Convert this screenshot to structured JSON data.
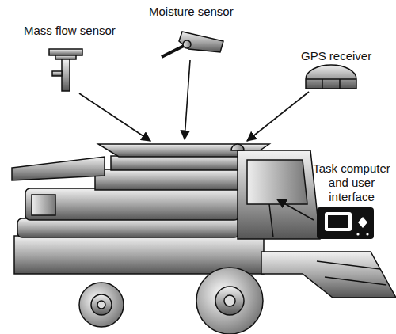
{
  "diagram": {
    "labels": [
      "Mass flow sensor",
      "Moisture sensor",
      "GPS receiver",
      "Task computer and user interface"
    ]
  }
}
